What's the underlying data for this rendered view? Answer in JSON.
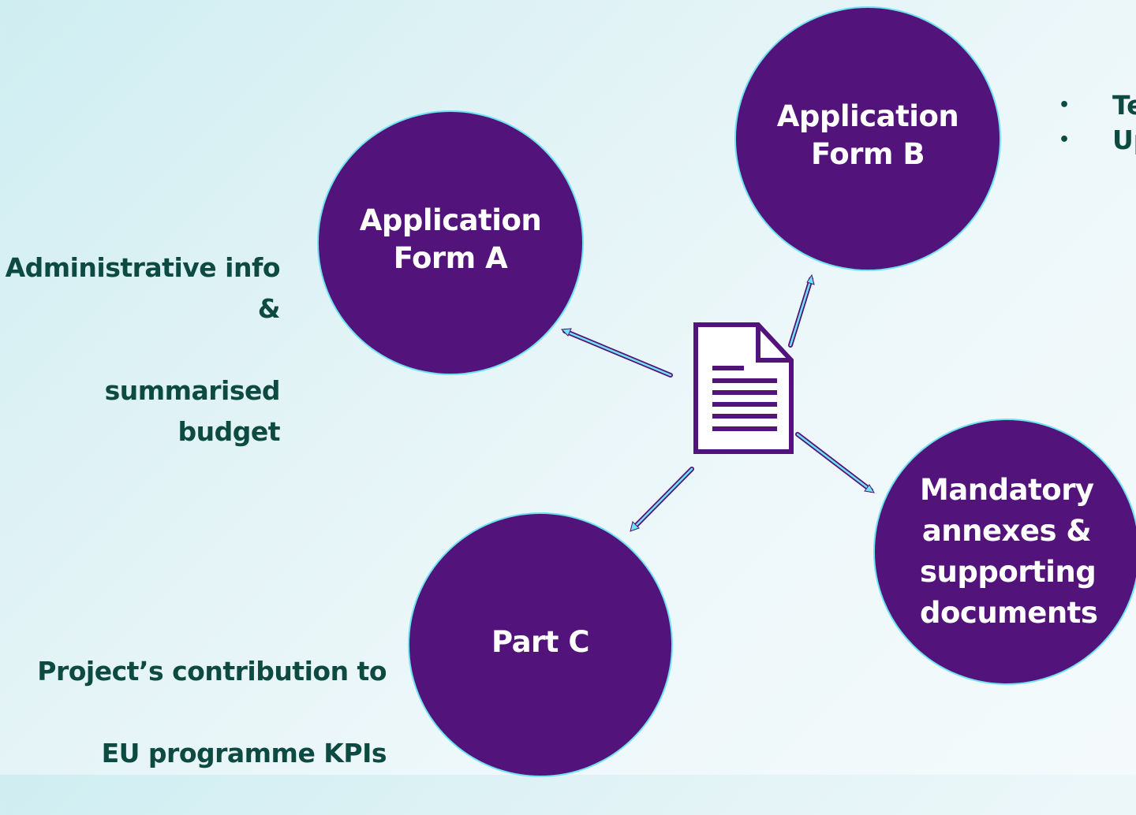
{
  "nodes": {
    "form_a": {
      "label": "Application\nForm A",
      "line1": "Application",
      "line2": "Form A"
    },
    "form_b": {
      "label": "Application\nForm B",
      "line1": "Application",
      "line2": "Form B"
    },
    "annexes": {
      "line1": "Mandatory",
      "line2": "annexes &",
      "line3": "supporting",
      "line4": "documents"
    },
    "part_c": {
      "label": "Part C"
    }
  },
  "annotations": {
    "form_a": {
      "line1": "Administrative info &",
      "line2": "summarised budget"
    },
    "part_c": {
      "line1": "Project’s contribution to",
      "line2": "EU programme KPIs"
    },
    "form_b_bullets": [
      {
        "bullet": "•",
        "text": "Te"
      },
      {
        "bullet": "•",
        "text": "Up"
      }
    ]
  },
  "center_icon": "document-icon",
  "colors": {
    "circle_fill": "#52137a",
    "circle_outline": "#6fe3f0",
    "annotation_text": "#0d4a42",
    "arrow_outline": "#52137a",
    "arrow_fill": "#6fe3f0"
  }
}
